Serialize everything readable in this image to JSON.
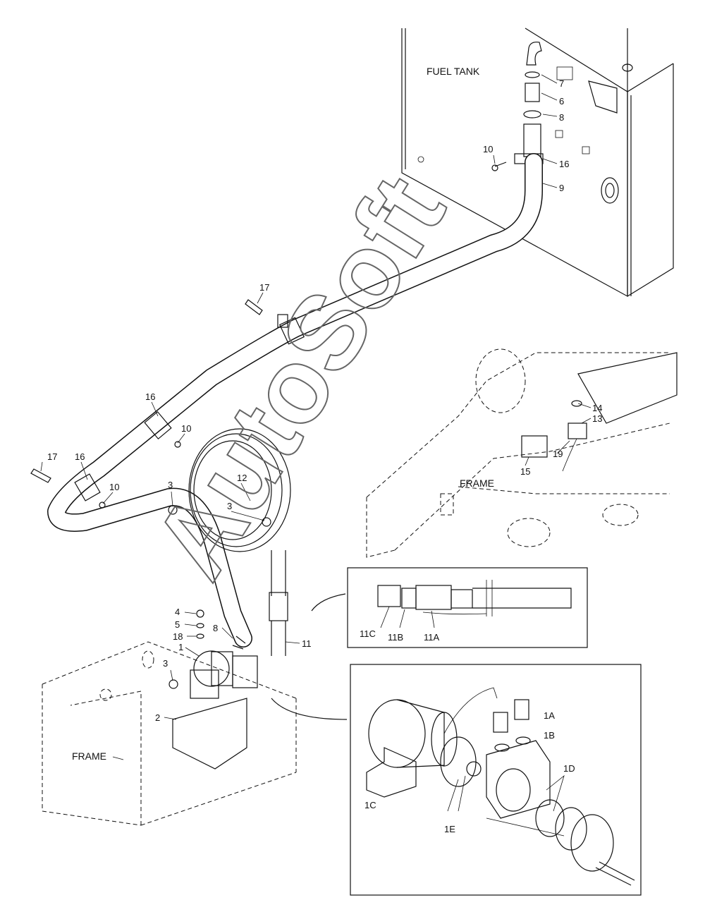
{
  "labels": {
    "fuel_tank": "FUEL TANK",
    "frame_right": "FRAME",
    "frame_left": "FRAME",
    "watermark": "AutoSoft"
  },
  "callouts": {
    "c7": "7",
    "c6": "6",
    "c8a": "8",
    "c16a": "16",
    "c9": "9",
    "c10a": "10",
    "c17a": "17",
    "c16b": "16",
    "c10b": "10",
    "c17b": "17",
    "c16c": "16",
    "c10c": "10",
    "c3a": "3",
    "c12": "12",
    "c3b": "3",
    "c14": "14",
    "c13": "13",
    "c19": "19",
    "c15": "15",
    "c4": "4",
    "c5": "5",
    "c18": "18",
    "c1": "1",
    "c8b": "8",
    "c11": "11",
    "c3c": "3",
    "c2": "2"
  },
  "detail_11": {
    "c11c": "11C",
    "c11b": "11B",
    "c11a": "11A"
  },
  "detail_1": {
    "c1a": "1A",
    "c1b": "1B",
    "c1d": "1D",
    "c1c": "1C",
    "c1e": "1E"
  }
}
